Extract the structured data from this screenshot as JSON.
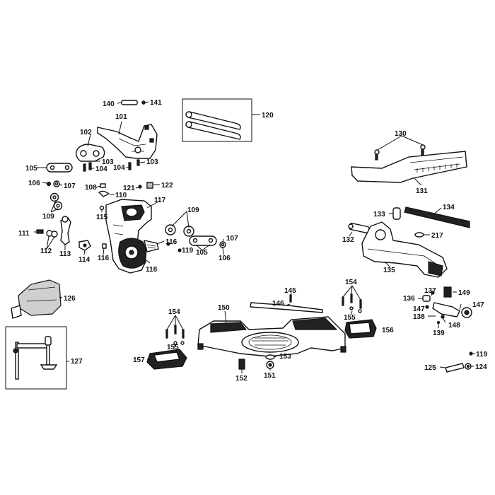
{
  "diagram": {
    "labels": [
      {
        "id": "140",
        "text": "140"
      },
      {
        "id": "141",
        "text": "141"
      },
      {
        "id": "101",
        "text": "101"
      },
      {
        "id": "120",
        "text": "120"
      },
      {
        "id": "102",
        "text": "102"
      },
      {
        "id": "103a",
        "text": "103"
      },
      {
        "id": "103b",
        "text": "103"
      },
      {
        "id": "104a",
        "text": "104"
      },
      {
        "id": "104b",
        "text": "104"
      },
      {
        "id": "105a",
        "text": "105"
      },
      {
        "id": "106a",
        "text": "106"
      },
      {
        "id": "107a",
        "text": "107"
      },
      {
        "id": "108",
        "text": "108"
      },
      {
        "id": "121",
        "text": "121"
      },
      {
        "id": "122",
        "text": "122"
      },
      {
        "id": "110",
        "text": "110"
      },
      {
        "id": "109a",
        "text": "109"
      },
      {
        "id": "115",
        "text": "115"
      },
      {
        "id": "117",
        "text": "117"
      },
      {
        "id": "109b",
        "text": "109"
      },
      {
        "id": "111",
        "text": "111"
      },
      {
        "id": "112",
        "text": "112"
      },
      {
        "id": "113",
        "text": "113"
      },
      {
        "id": "114",
        "text": "114"
      },
      {
        "id": "116a",
        "text": "116"
      },
      {
        "id": "116b",
        "text": "116"
      },
      {
        "id": "119a",
        "text": "119"
      },
      {
        "id": "105b",
        "text": "105"
      },
      {
        "id": "107b",
        "text": "107"
      },
      {
        "id": "106b",
        "text": "106"
      },
      {
        "id": "118",
        "text": "118"
      },
      {
        "id": "130",
        "text": "130"
      },
      {
        "id": "131",
        "text": "131"
      },
      {
        "id": "133",
        "text": "133"
      },
      {
        "id": "134",
        "text": "134"
      },
      {
        "id": "217",
        "text": "217"
      },
      {
        "id": "132",
        "text": "132"
      },
      {
        "id": "135",
        "text": "135"
      },
      {
        "id": "126",
        "text": "126"
      },
      {
        "id": "145",
        "text": "145"
      },
      {
        "id": "146",
        "text": "146"
      },
      {
        "id": "150",
        "text": "150"
      },
      {
        "id": "154a",
        "text": "154"
      },
      {
        "id": "155a",
        "text": "155"
      },
      {
        "id": "154b",
        "text": "154"
      },
      {
        "id": "155b",
        "text": "155"
      },
      {
        "id": "156",
        "text": "156"
      },
      {
        "id": "136",
        "text": "136"
      },
      {
        "id": "137",
        "text": "137"
      },
      {
        "id": "149",
        "text": "149"
      },
      {
        "id": "147a",
        "text": "147"
      },
      {
        "id": "147b",
        "text": "147"
      },
      {
        "id": "138",
        "text": "138"
      },
      {
        "id": "148",
        "text": "148"
      },
      {
        "id": "139",
        "text": "139"
      },
      {
        "id": "127",
        "text": "127"
      },
      {
        "id": "157",
        "text": "157"
      },
      {
        "id": "153",
        "text": "153"
      },
      {
        "id": "152",
        "text": "152"
      },
      {
        "id": "151",
        "text": "151"
      },
      {
        "id": "119b",
        "text": "119"
      },
      {
        "id": "125",
        "text": "125"
      },
      {
        "id": "124",
        "text": "124"
      }
    ]
  }
}
